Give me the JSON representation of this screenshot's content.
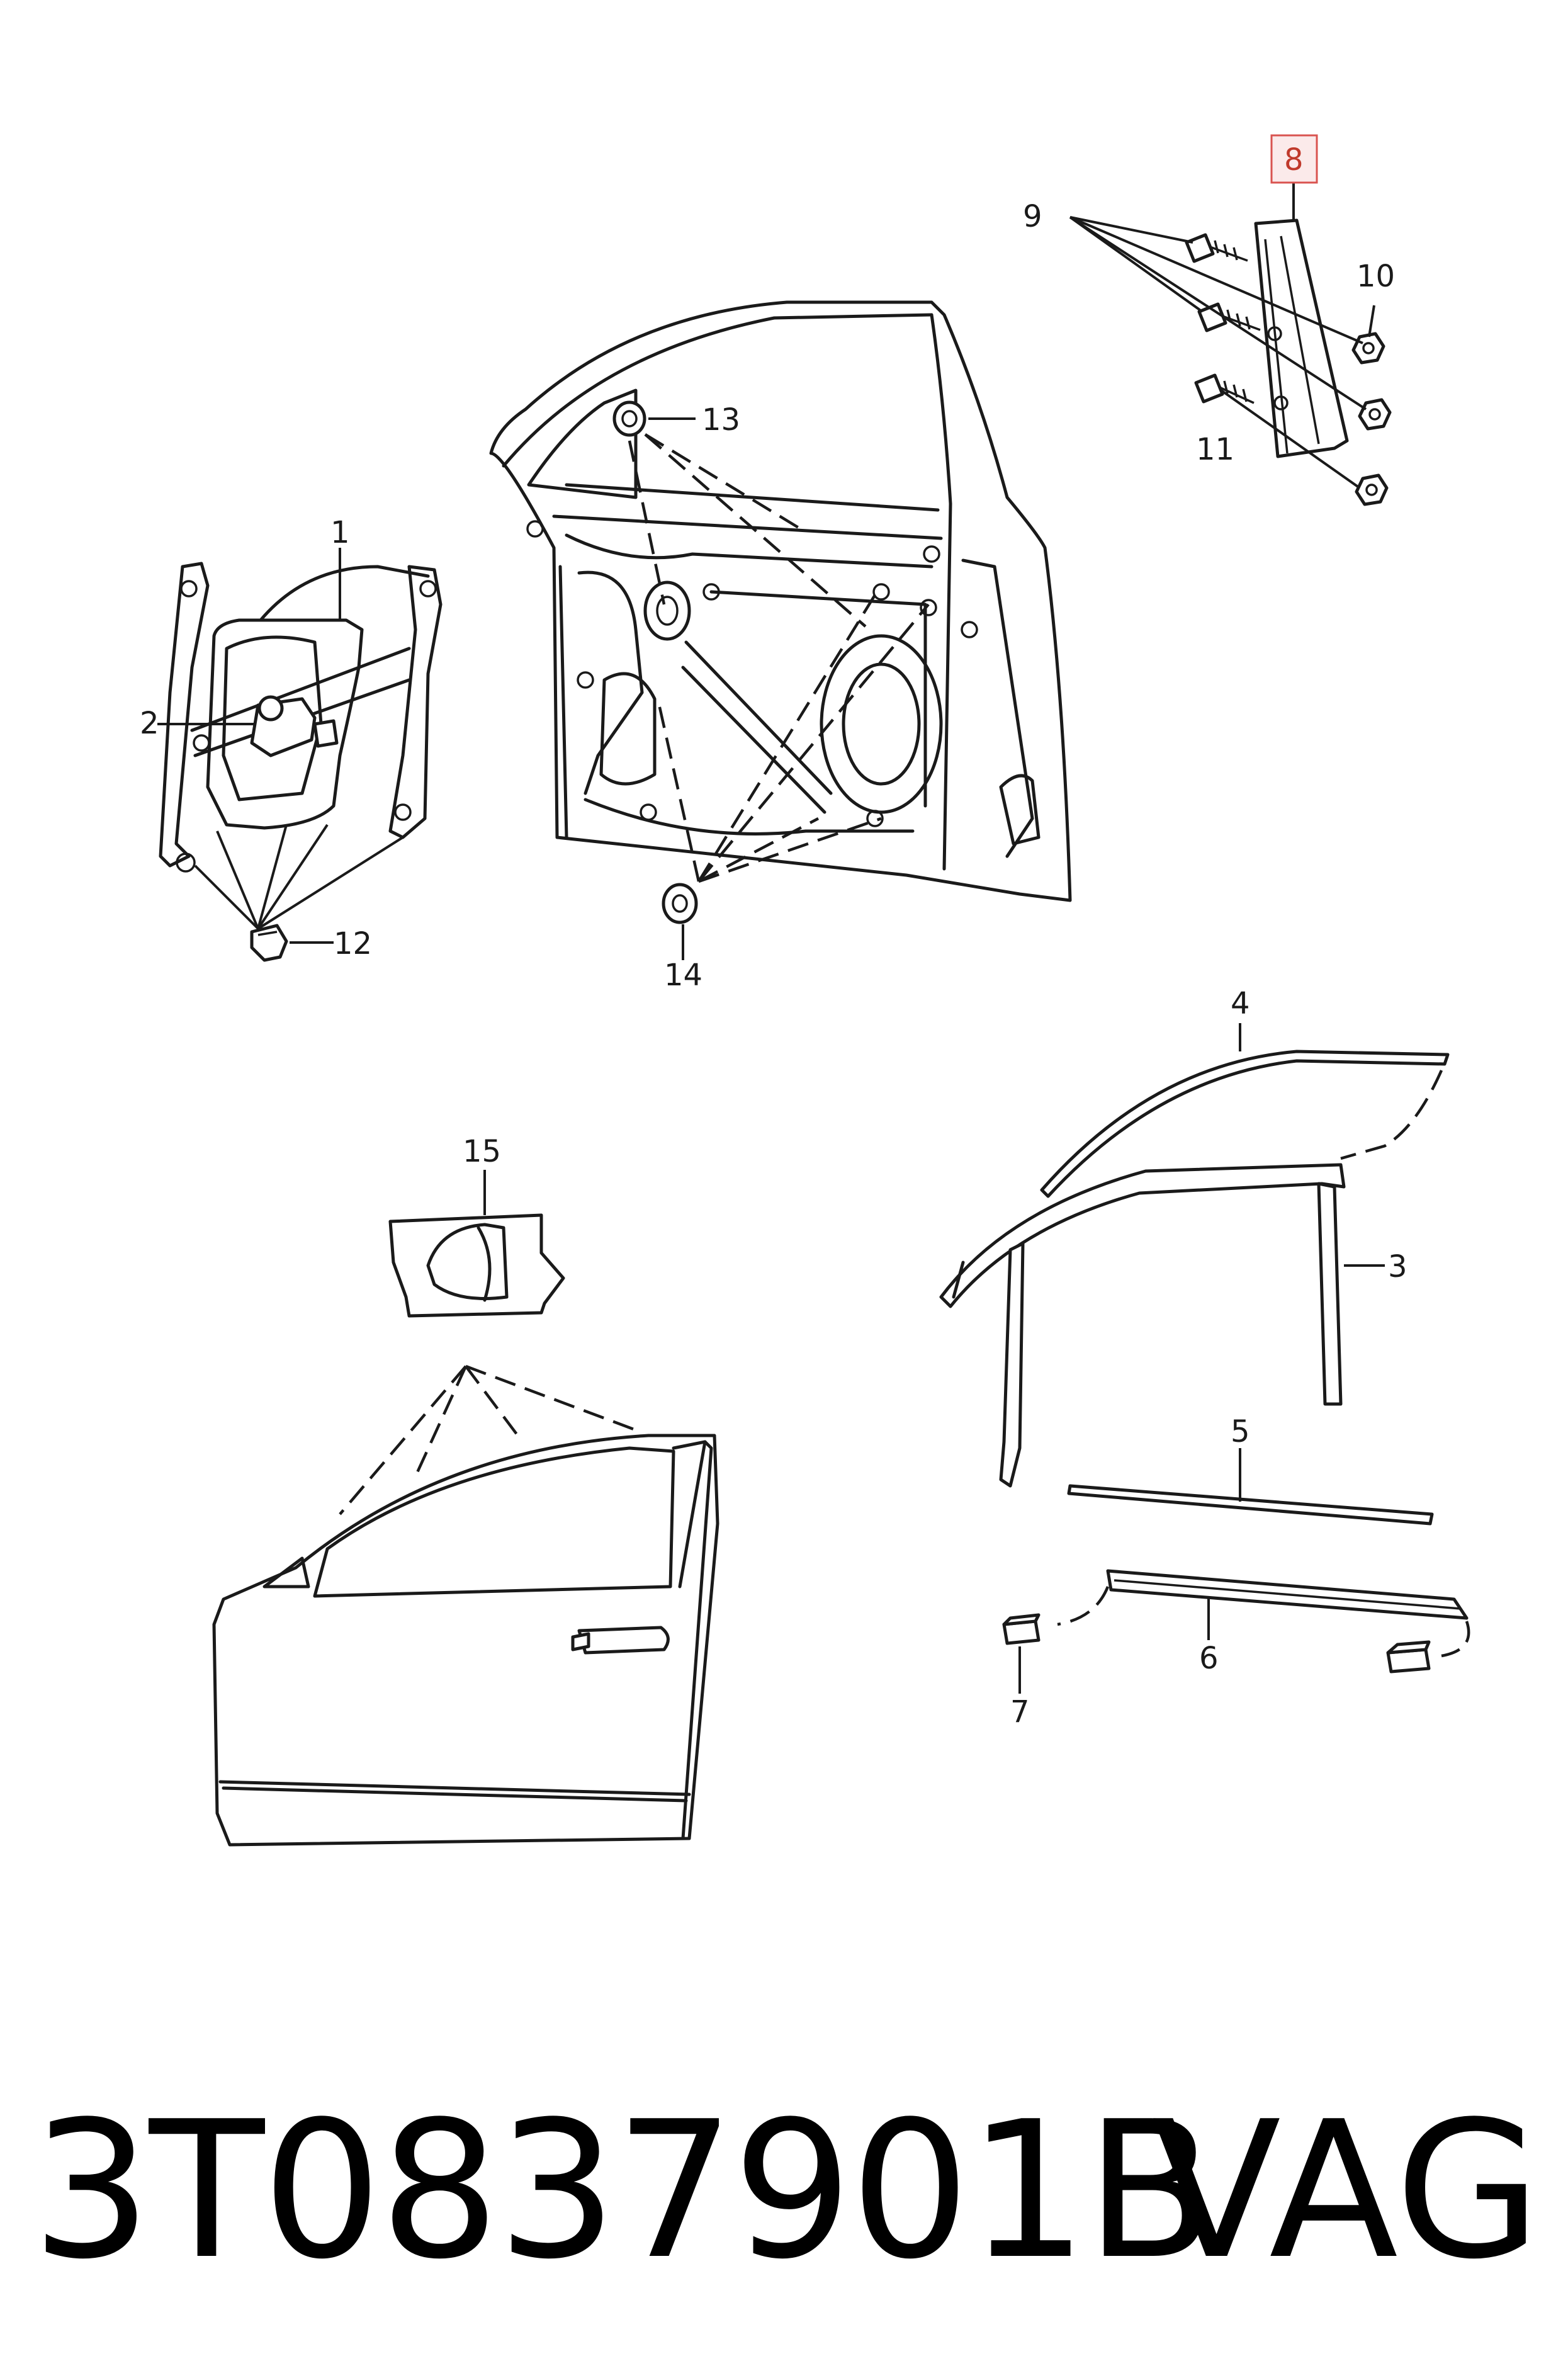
{
  "labels": {
    "l1": "1",
    "l2": "2",
    "l3": "3",
    "l4": "4",
    "l5": "5",
    "l6": "6",
    "l7": "7",
    "l8": "8",
    "l9": "9",
    "l10": "10",
    "l11": "11",
    "l12": "12",
    "l13": "13",
    "l14": "14",
    "l15": "15"
  },
  "highlighted_label": "8",
  "footer": {
    "part_number": "3T0837901B",
    "brand": "VAG"
  },
  "colors": {
    "line": "#1a1a1a",
    "highlight_border": "#d9534f",
    "highlight_fill": "#fbeaea"
  }
}
